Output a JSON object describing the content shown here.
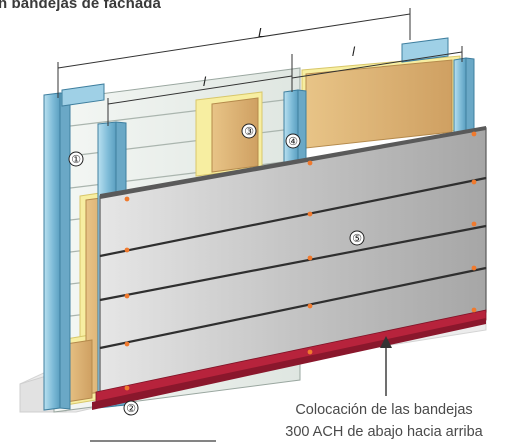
{
  "title": "n bandejas de fachada",
  "dimensions": {
    "overall": "L",
    "span_left": "l",
    "span_right": "l"
  },
  "callouts": [
    "①",
    "②",
    "③",
    "④",
    "⑤"
  ],
  "caption": {
    "line1": "Colocación de las bandejas",
    "line2": "300 ACH de abajo hacia arriba"
  },
  "colors": {
    "steel_column": "#8fc6df",
    "tray_lining": "#e9eeea",
    "insulation": "#f6ec9b",
    "wood_board": "#dcb274",
    "panel": "#bdbdbd",
    "base_profile": "#b7233c",
    "fixing_dot": "#f07a2e"
  }
}
